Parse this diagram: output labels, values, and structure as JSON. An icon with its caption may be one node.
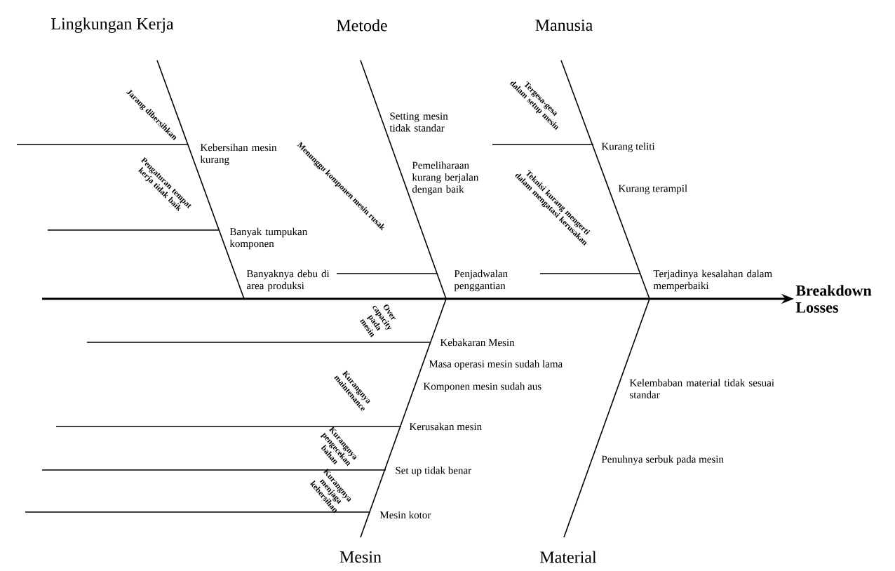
{
  "diagram": {
    "nodes": [
      {
        "text": [
          "Lingkungan Kerja"
        ]
      },
      {
        "text": [
          "Metode"
        ]
      },
      {
        "text": [
          "Manusia"
        ]
      },
      {
        "text": [
          "Breakdown Losses"
        ]
      },
      {
        "text": [
          "Mesin"
        ]
      },
      {
        "text": [
          "Material"
        ]
      }
    ],
    "edges": [
      {
        "from": null,
        "to": 3,
        "arrow": "to"
      }
    ],
    "labels": [
      "Jarang dibersihkan",
      "Kebersihan mesin kurang",
      "Pengaturan tempat kerja tidak baik",
      "Banyak tumpukan komponen",
      "Banyaknya debu di area produksi",
      "Menunggu komponen mesin rusak",
      "Setting mesin tidak standar",
      "Pemeliharaan kurang berjalan dengan baik",
      "Penjadwalan penggantian",
      "Tergesa-gesa dalam setup mesin",
      "Kurang teliti",
      "Teknisi kurang mengerti dalam mengatasi kerusakan",
      "Kurang terampil",
      "Terjadinya kesalahan dalam memperbaiki",
      "Over capacity pada mesin",
      "Kebakaran Mesin",
      "Masa operasi mesin sudah lama",
      "Komponen mesin sudah aus",
      "Kurangnya maintenance",
      "Kerusakan mesin",
      "Kurangnya pengecekan bahan",
      "Set up tidak benar",
      "Kurangnya menjaga kebersihan",
      "Mesin kotor",
      "Kelembaban material tidak sesuai standar",
      "Penuhnya serbuk pada mesin"
    ]
  }
}
